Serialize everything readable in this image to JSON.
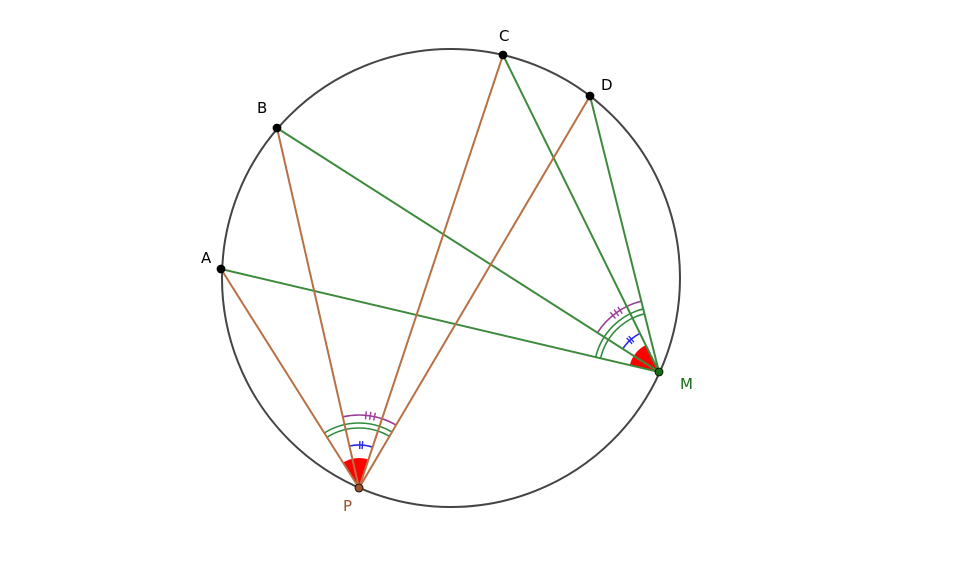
{
  "points": [
    {
      "label": "A",
      "color": "#000000"
    },
    {
      "label": "B",
      "color": "#000000"
    },
    {
      "label": "C",
      "color": "#000000"
    },
    {
      "label": "D",
      "color": "#000000"
    },
    {
      "label": "M",
      "color": "#1a6b1a"
    },
    {
      "label": "P",
      "color": "#a0522d"
    }
  ],
  "colors": {
    "circle": "#444444",
    "segments_from_P": "#b87045",
    "segments_from_M": "#3d8a3d",
    "angle_fill": "#ff0000",
    "angle_blue": "#2a2aee",
    "angle_green": "#2e8b3e",
    "angle_purple": "#9b3b9b"
  }
}
